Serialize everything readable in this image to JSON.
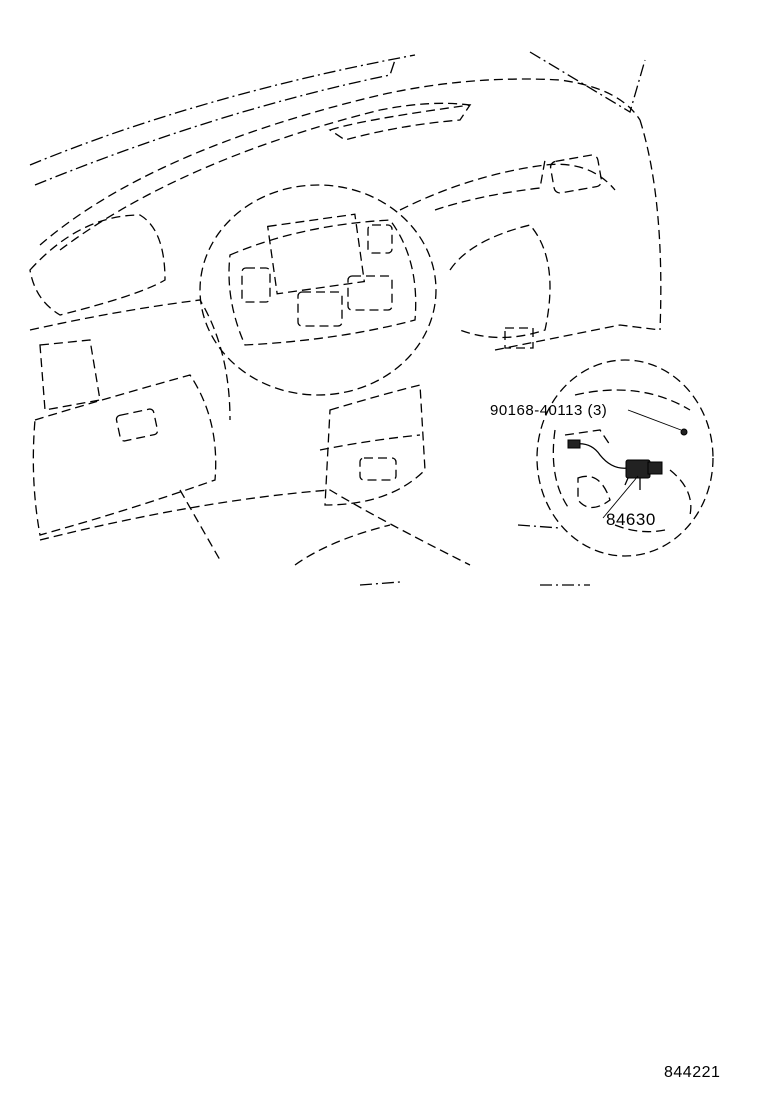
{
  "diagram": {
    "callouts": [
      {
        "id": "part-bolt",
        "text": "90168-40113 (3)"
      },
      {
        "id": "part-switch",
        "text": "84630"
      }
    ],
    "diagram_code": "844221"
  }
}
